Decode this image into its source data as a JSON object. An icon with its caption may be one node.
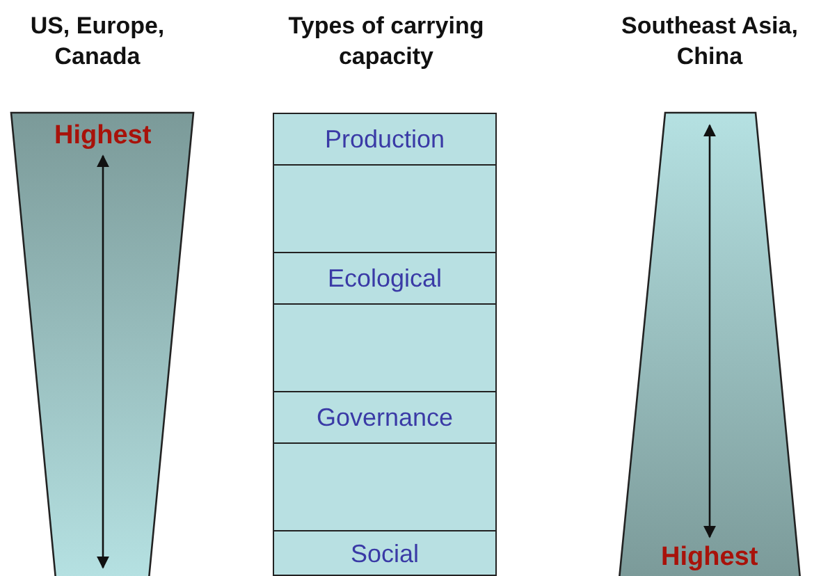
{
  "diagram": {
    "nodes": [
      {
        "text": [
          "US, Europe, Canada",
          "Highest"
        ]
      },
      {
        "text": [
          "Types of carrying capacity"
        ]
      },
      {
        "text": [
          "Production"
        ],
        "in": 1
      },
      {
        "text": [],
        "shape": "box",
        "in": 1
      },
      {
        "text": [
          "Ecological"
        ],
        "in": 1
      },
      {
        "text": [],
        "shape": "box",
        "in": 1
      },
      {
        "text": [
          "Governance"
        ],
        "in": 1
      },
      {
        "text": [],
        "shape": "box",
        "in": 1
      },
      {
        "text": [
          "Social"
        ],
        "in": 1
      },
      {
        "text": [
          "Southeast Asia, China",
          "Highest"
        ]
      }
    ]
  }
}
